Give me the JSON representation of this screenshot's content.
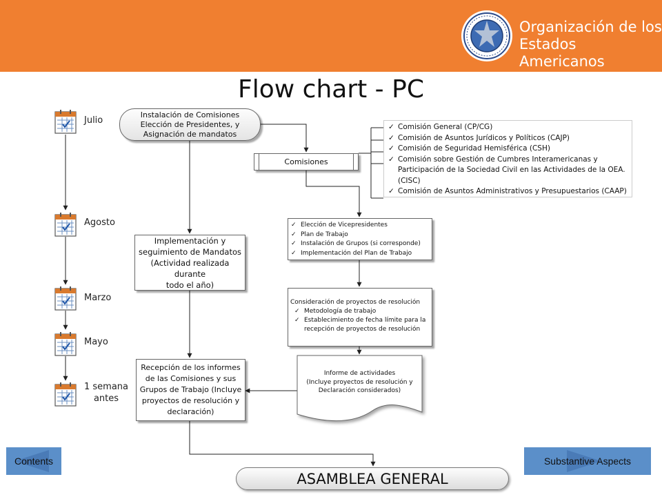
{
  "header": {
    "org_line1": "Organización de los",
    "org_line2": "Estados Americanos",
    "color": "#f07f30",
    "logo": "oas-seal-icon"
  },
  "title": "Flow chart - PC",
  "timeline": [
    {
      "label": "Julio"
    },
    {
      "label": "Agosto"
    },
    {
      "label": "Marzo"
    },
    {
      "label": "Mayo"
    },
    {
      "label_line1": "1 semana",
      "label_line2": "antes"
    }
  ],
  "nodes": {
    "start": [
      "Instalación de Comisiones",
      "Elección de Presidentes, y",
      "Asignación de mandatos"
    ],
    "comisiones": "Comisiones",
    "committee_list": [
      "Comisión General (CP/CG)",
      "Comisión de Asuntos Jurídicos y Políticos (CAJP)",
      "Comisión de Seguridad Hemisférica (CSH)",
      "Comisión sobre Gestión de Cumbres Interamericanas y Participación de la Sociedad Civil en las Actividades de la OEA. (CISC)",
      "Comisión de Asuntos Administrativos y Presupuestarios (CAAP)"
    ],
    "work_items": [
      "Elección de Vicepresidentes",
      "Plan de Trabajo",
      "Instalación de Grupos (si corresponde)",
      "Implementación del Plan de Trabajo"
    ],
    "implementation": [
      "Implementación y",
      "seguimiento de Mandatos",
      "(Actividad realizada durante",
      "todo el año)"
    ],
    "consideration_title": "Consideración de proyectos de resolución",
    "consideration_items": [
      "Metodología de trabajo",
      "Establecimiento de fecha límite para la recepción de proyectos de resolución"
    ],
    "report": [
      "Informe de actividades",
      "(Incluye proyectos de resolución y",
      "Declaración considerados)"
    ],
    "reception": [
      "Recepción de los informes",
      "de las Comisiones y sus",
      "Grupos de Trabajo (Incluye",
      "proyectos de resolución y",
      "declaración)"
    ]
  },
  "nav": {
    "contents": "Contents",
    "substantive": "Substantive Aspects",
    "button_color": "#5b8fc9"
  },
  "assembly": "ASAMBLEA GENERAL"
}
